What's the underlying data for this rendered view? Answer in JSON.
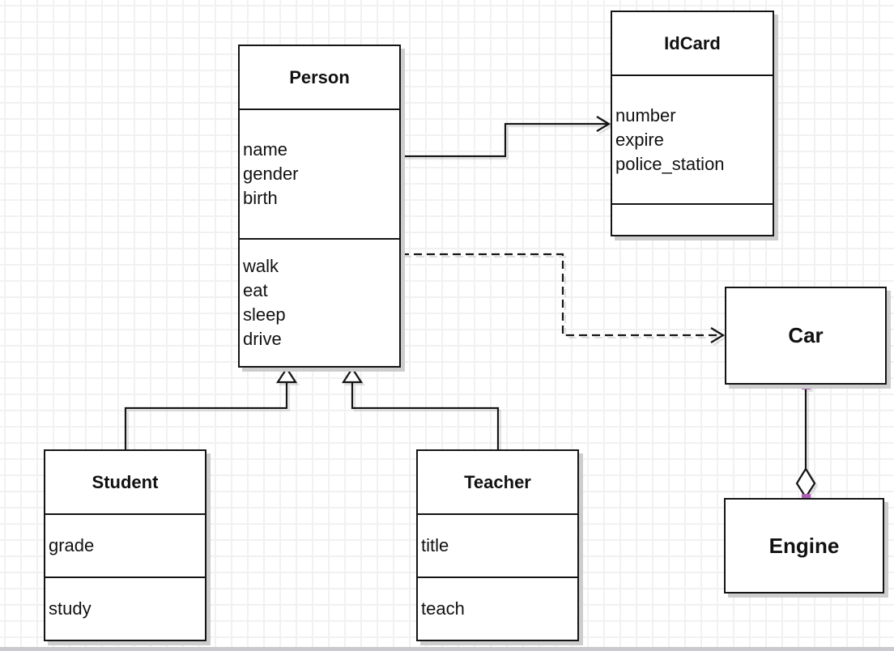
{
  "diagram": {
    "classes": {
      "person": {
        "name": "Person",
        "attributes": [
          "name",
          "gender",
          "birth"
        ],
        "methods": [
          "walk",
          "eat",
          "sleep",
          "drive"
        ]
      },
      "idcard": {
        "name": "IdCard",
        "attributes": [
          "number",
          "expire",
          "police_station"
        ],
        "methods": []
      },
      "car": {
        "name": "Car",
        "attributes": [],
        "methods": []
      },
      "engine": {
        "name": "Engine",
        "attributes": [],
        "methods": []
      },
      "student": {
        "name": "Student",
        "attributes": [
          "grade"
        ],
        "methods": [
          "study"
        ]
      },
      "teacher": {
        "name": "Teacher",
        "attributes": [
          "title"
        ],
        "methods": [
          "teach"
        ]
      }
    },
    "relationships": [
      {
        "from": "Person",
        "to": "IdCard",
        "type": "association",
        "line": "solid",
        "arrow": "open"
      },
      {
        "from": "Person",
        "to": "Car",
        "type": "dependency",
        "line": "dashed",
        "arrow": "open"
      },
      {
        "from": "Student",
        "to": "Person",
        "type": "generalization",
        "line": "solid",
        "arrow": "hollow-triangle"
      },
      {
        "from": "Teacher",
        "to": "Person",
        "type": "generalization",
        "line": "solid",
        "arrow": "hollow-triangle"
      },
      {
        "from": "Car",
        "to": "Engine",
        "type": "aggregation",
        "line": "solid",
        "arrow": "hollow-diamond"
      }
    ],
    "colors": {
      "stroke": "#141414",
      "box_fill": "#ffffff",
      "shadow": "#cdcdcd",
      "selection_handle": "#b05fb4",
      "grid_line": "#f1f1f3",
      "background": "#ffffff"
    }
  }
}
